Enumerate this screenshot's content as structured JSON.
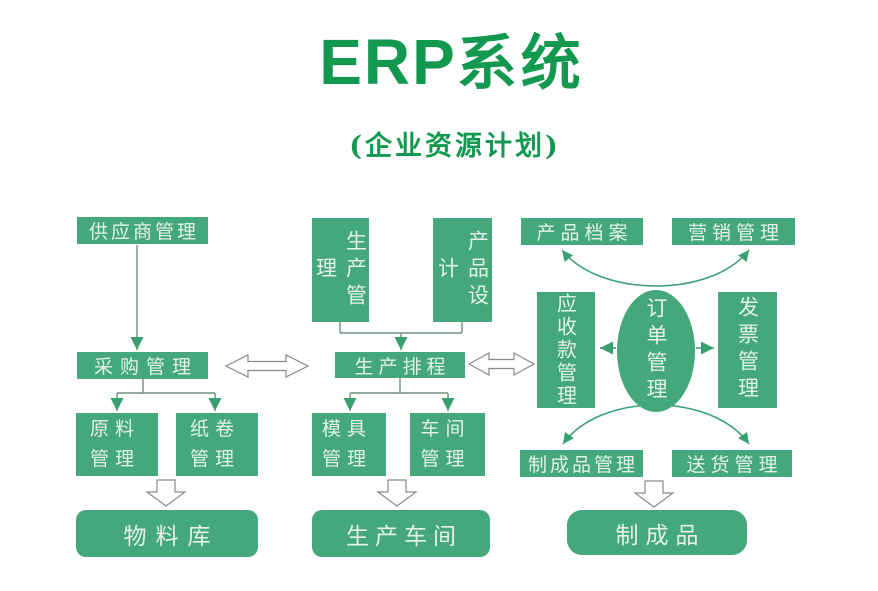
{
  "title": {
    "en": "ERP",
    "zh": "系统"
  },
  "subtitle": "(企业资源计划)",
  "colors": {
    "box_green": "#45a87c",
    "title_green": "#13994f",
    "box_text": "#e3f2e8",
    "connector_line": "#6f927f",
    "arrow_green": "#3aa072",
    "hollow_outline": "#8a8a8a"
  },
  "nodes": {
    "supplier": "供应商管理",
    "purchase": "采购管理",
    "raw_material": "原料管理",
    "paper_roll": "纸卷管理",
    "material_store": "物料库",
    "production_mgmt": "生产管理",
    "product_design": "产品设计",
    "scheduling": "生产排程",
    "mold": "模具管理",
    "workshop_mgmt": "车间管理",
    "production_workshop": "生产车间",
    "product_archive": "产品档案",
    "marketing": "营销管理",
    "receivables": "应收款管理",
    "order_mgmt": "订单管理",
    "invoice": "发票管理",
    "finished_mgmt": "制成品管理",
    "delivery": "送货管理",
    "finished_product": "制成品"
  }
}
